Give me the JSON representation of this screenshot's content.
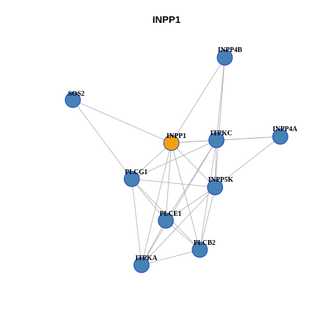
{
  "title": "INPP1",
  "colors": {
    "node_fill": "#4682B4",
    "node_stroke": "#1a3fcc",
    "highlight_fill": "#F5A10F",
    "highlight_stroke": "#1a3fcc",
    "edge": "#aaaaaa"
  },
  "nodes": [
    {
      "id": "INPP4B",
      "label": "INPP4B",
      "highlight": false
    },
    {
      "id": "SOS2",
      "label": "SOS2",
      "highlight": false
    },
    {
      "id": "INPP1",
      "label": "INPP1",
      "highlight": true
    },
    {
      "id": "ITPKC",
      "label": "ITPKC",
      "highlight": false
    },
    {
      "id": "INPP4A",
      "label": "INPP4A",
      "highlight": false
    },
    {
      "id": "PLCG1",
      "label": "PLCG1",
      "highlight": false
    },
    {
      "id": "INPP5K",
      "label": "INPP5K",
      "highlight": false
    },
    {
      "id": "PLCE1",
      "label": "PLCE1",
      "highlight": false
    },
    {
      "id": "PLCB2",
      "label": "PLCB2",
      "highlight": false
    },
    {
      "id": "ITPKA",
      "label": "ITPKA",
      "highlight": false
    }
  ],
  "edges": [
    [
      "INPP4B",
      "INPP1"
    ],
    [
      "INPP4B",
      "ITPKC"
    ],
    [
      "INPP4B",
      "INPP5K"
    ],
    [
      "SOS2",
      "INPP1"
    ],
    [
      "SOS2",
      "PLCG1"
    ],
    [
      "INPP1",
      "ITPKC"
    ],
    [
      "INPP1",
      "PLCG1"
    ],
    [
      "INPP1",
      "INPP5K"
    ],
    [
      "INPP1",
      "PLCE1"
    ],
    [
      "INPP1",
      "PLCB2"
    ],
    [
      "INPP1",
      "ITPKA"
    ],
    [
      "ITPKC",
      "INPP4A"
    ],
    [
      "ITPKC",
      "PLCG1"
    ],
    [
      "ITPKC",
      "INPP5K"
    ],
    [
      "ITPKC",
      "PLCE1"
    ],
    [
      "ITPKC",
      "PLCB2"
    ],
    [
      "ITPKC",
      "ITPKA"
    ],
    [
      "INPP4A",
      "INPP1"
    ],
    [
      "INPP4A",
      "INPP5K"
    ],
    [
      "PLCG1",
      "INPP5K"
    ],
    [
      "PLCG1",
      "PLCE1"
    ],
    [
      "PLCG1",
      "PLCB2"
    ],
    [
      "PLCG1",
      "ITPKA"
    ],
    [
      "INPP5K",
      "PLCE1"
    ],
    [
      "INPP5K",
      "PLCB2"
    ],
    [
      "INPP5K",
      "ITPKA"
    ],
    [
      "PLCE1",
      "PLCB2"
    ],
    [
      "PLCE1",
      "ITPKA"
    ],
    [
      "PLCB2",
      "ITPKA"
    ]
  ]
}
